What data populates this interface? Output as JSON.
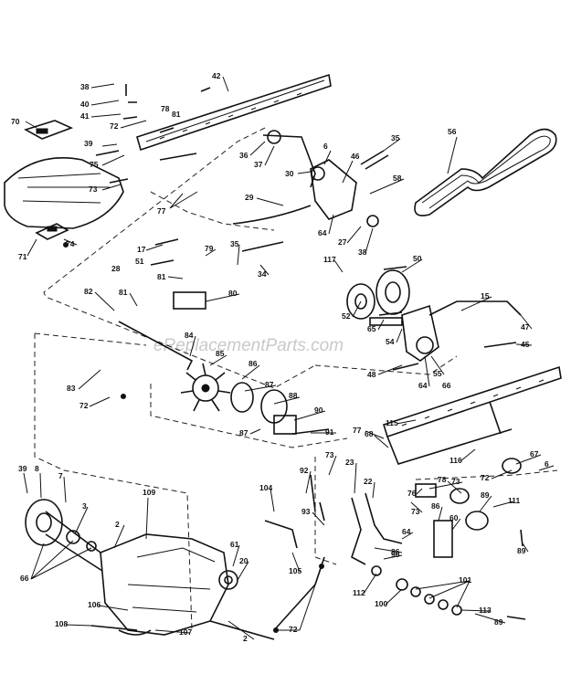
{
  "watermark": "eReplacementParts.com",
  "labels": [
    {
      "id": "l1",
      "text": "38"
    },
    {
      "id": "l2",
      "text": "40"
    },
    {
      "id": "l3",
      "text": "41"
    },
    {
      "id": "l4",
      "text": "42"
    },
    {
      "id": "l5",
      "text": "70"
    },
    {
      "id": "l6",
      "text": "72"
    },
    {
      "id": "l7",
      "text": "78"
    },
    {
      "id": "l8",
      "text": "81"
    },
    {
      "id": "l9",
      "text": "39"
    },
    {
      "id": "l10",
      "text": "75"
    },
    {
      "id": "l11",
      "text": "73"
    },
    {
      "id": "l12",
      "text": "77"
    },
    {
      "id": "l13",
      "text": "36"
    },
    {
      "id": "l14",
      "text": "37"
    },
    {
      "id": "l15",
      "text": "30"
    },
    {
      "id": "l16",
      "text": "6"
    },
    {
      "id": "l17",
      "text": "46"
    },
    {
      "id": "l18",
      "text": "35"
    },
    {
      "id": "l19",
      "text": "58"
    },
    {
      "id": "l20",
      "text": "56"
    },
    {
      "id": "l21",
      "text": "29"
    },
    {
      "id": "l22",
      "text": "64"
    },
    {
      "id": "l23",
      "text": "27"
    },
    {
      "id": "l24",
      "text": "38"
    },
    {
      "id": "l25",
      "text": "71"
    },
    {
      "id": "l26",
      "text": "74"
    },
    {
      "id": "l27",
      "text": "17"
    },
    {
      "id": "l28",
      "text": "79"
    },
    {
      "id": "l29",
      "text": "28"
    },
    {
      "id": "l30",
      "text": "51"
    },
    {
      "id": "l31",
      "text": "35"
    },
    {
      "id": "l32",
      "text": "34"
    },
    {
      "id": "l33",
      "text": "117"
    },
    {
      "id": "l34",
      "text": "50"
    },
    {
      "id": "l35",
      "text": "81"
    },
    {
      "id": "l36",
      "text": "80"
    },
    {
      "id": "l37",
      "text": "82"
    },
    {
      "id": "l38",
      "text": "81"
    },
    {
      "id": "l39",
      "text": "15"
    },
    {
      "id": "l40",
      "text": "52"
    },
    {
      "id": "l41",
      "text": "65"
    },
    {
      "id": "l42",
      "text": "54"
    },
    {
      "id": "l43",
      "text": "47"
    },
    {
      "id": "l44",
      "text": "45"
    },
    {
      "id": "l45",
      "text": "84"
    },
    {
      "id": "l46",
      "text": "85"
    },
    {
      "id": "l47",
      "text": "86"
    },
    {
      "id": "l48",
      "text": "48"
    },
    {
      "id": "l49",
      "text": "55"
    },
    {
      "id": "l50",
      "text": "64"
    },
    {
      "id": "l51",
      "text": "66"
    },
    {
      "id": "l52",
      "text": "83"
    },
    {
      "id": "l53",
      "text": "72"
    },
    {
      "id": "l54",
      "text": "87"
    },
    {
      "id": "l55",
      "text": "88"
    },
    {
      "id": "l56",
      "text": "87"
    },
    {
      "id": "l57",
      "text": "90"
    },
    {
      "id": "l58",
      "text": "91"
    },
    {
      "id": "l59",
      "text": "115"
    },
    {
      "id": "l60",
      "text": "77"
    },
    {
      "id": "l61",
      "text": "68"
    },
    {
      "id": "l62",
      "text": "116"
    },
    {
      "id": "l63",
      "text": "67"
    },
    {
      "id": "l64",
      "text": "6"
    },
    {
      "id": "l65",
      "text": "72"
    },
    {
      "id": "l66",
      "text": "73"
    },
    {
      "id": "l67",
      "text": "39"
    },
    {
      "id": "l68",
      "text": "8"
    },
    {
      "id": "l69",
      "text": "7"
    },
    {
      "id": "l70",
      "text": "109"
    },
    {
      "id": "l71",
      "text": "92"
    },
    {
      "id": "l72",
      "text": "73"
    },
    {
      "id": "l73",
      "text": "104"
    },
    {
      "id": "l74",
      "text": "23"
    },
    {
      "id": "l75",
      "text": "22"
    },
    {
      "id": "l76",
      "text": "76"
    },
    {
      "id": "l77",
      "text": "78"
    },
    {
      "id": "l78",
      "text": "89"
    },
    {
      "id": "l79",
      "text": "111"
    },
    {
      "id": "l80",
      "text": "3"
    },
    {
      "id": "l81",
      "text": "93"
    },
    {
      "id": "l82",
      "text": "73"
    },
    {
      "id": "l83",
      "text": "2"
    },
    {
      "id": "l84",
      "text": "64"
    },
    {
      "id": "l85",
      "text": "86"
    },
    {
      "id": "l86",
      "text": "60"
    },
    {
      "id": "l87",
      "text": "86"
    },
    {
      "id": "l88",
      "text": "89"
    },
    {
      "id": "l89",
      "text": "66"
    },
    {
      "id": "l90",
      "text": "61"
    },
    {
      "id": "l91",
      "text": "20"
    },
    {
      "id": "l92",
      "text": "105"
    },
    {
      "id": "l93",
      "text": "96"
    },
    {
      "id": "l94",
      "text": "112"
    },
    {
      "id": "l95",
      "text": "101"
    },
    {
      "id": "l96",
      "text": "106"
    },
    {
      "id": "l97",
      "text": "100"
    },
    {
      "id": "l98",
      "text": "113"
    },
    {
      "id": "l99",
      "text": "108"
    },
    {
      "id": "l100",
      "text": "107"
    },
    {
      "id": "l101",
      "text": "2"
    },
    {
      "id": "l102",
      "text": "72"
    },
    {
      "id": "l103",
      "text": "89"
    }
  ]
}
